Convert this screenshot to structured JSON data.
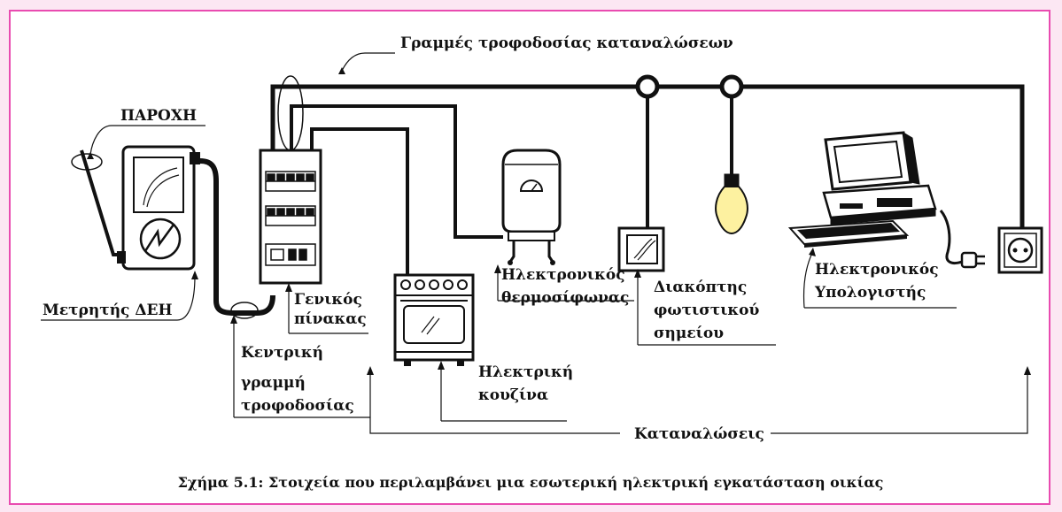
{
  "colors": {
    "frame_background": "#fce7f3",
    "frame_border": "#e94bb0",
    "line": "#111111",
    "bulb": "#fdf1a0"
  },
  "labels": {
    "supply_lines": "Γραμμές τροφοδοσίας καταναλώσεων",
    "supply": "ΠΑΡΟΧΗ",
    "meter": "Μετρητής ΔΕΗ",
    "main_panel_1": "Γενικός",
    "main_panel_2": "πίνακας",
    "central_line_1": "Κεντρική",
    "central_line_2": "γραμμή",
    "central_line_3": "τροφοδοσίας",
    "stove_1": "Ηλεκτρική",
    "stove_2": "κουζίνα",
    "heater_1": "Ηλεκτρονικός",
    "heater_2": "θερμοσίφωνας",
    "switch_1": "Διακόπτης",
    "switch_2": "φωτιστικού",
    "switch_3": "σημείου",
    "computer_1": "Ηλεκτρονικός",
    "computer_2": "Υπολογιστής",
    "consumptions": "Καταναλώσεις"
  },
  "caption": "Σχήμα 5.1: Στοιχεία που περιλαμβάνει μια εσωτερική ηλεκτρική εγκατάσταση οικίας",
  "icons": [
    "supply-cable-icon",
    "meter-icon",
    "panel-icon",
    "stove-icon",
    "water-heater-icon",
    "switch-icon",
    "light-bulb-icon",
    "computer-icon",
    "plug-icon",
    "socket-icon"
  ]
}
